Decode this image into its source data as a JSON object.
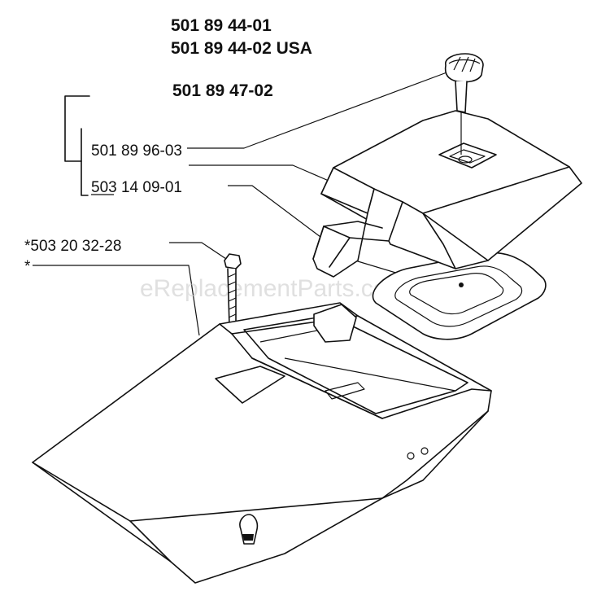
{
  "headers": {
    "part_1": "501 89 44-01",
    "part_2": "501 89 44-02 USA",
    "part_3": "501 89 47-02"
  },
  "labels": {
    "knob": "501 89 96-03",
    "cover": "503 14 09-01",
    "screw": "*503 20 32-28",
    "hood": "*"
  },
  "watermark": "eReplacementParts.com"
}
